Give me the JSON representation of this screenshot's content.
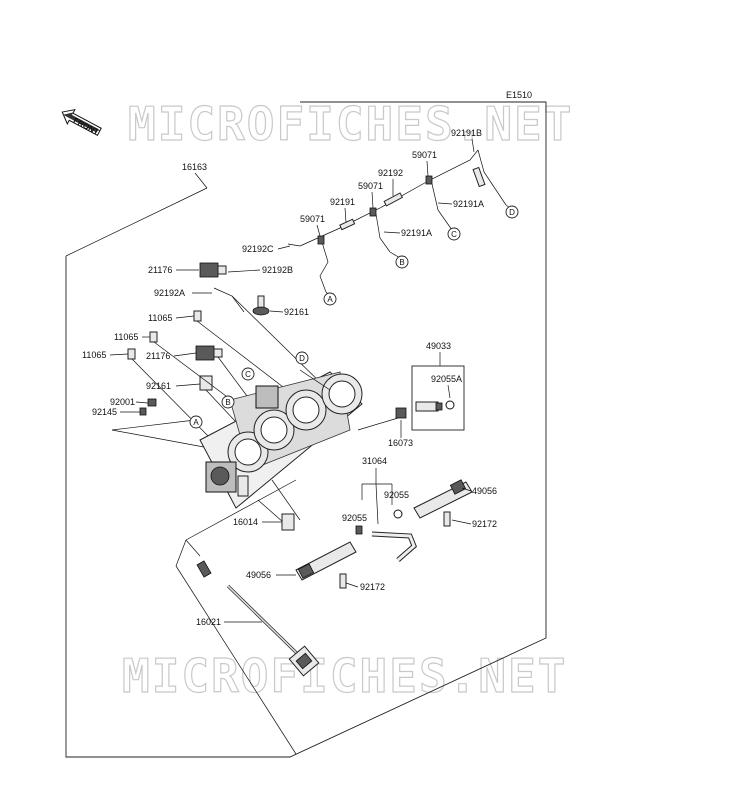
{
  "diagram": {
    "code": "E1510",
    "front_label": "FRONT",
    "watermark_top": "MICROFICHES.NET",
    "watermark_bottom": "MICROFICHES.NET",
    "parts": {
      "p16163": "16163",
      "p92191B": "92191B",
      "p59071a": "59071",
      "p92192a": "92192",
      "p59071b": "59071",
      "p92191A_a": "92191A",
      "p92191": "92191",
      "p59071c": "59071",
      "p92191A_b": "92191A",
      "p92192C": "92192C",
      "p21176a": "21176",
      "p92192B": "92192B",
      "p92192A": "92192A",
      "p92161a": "92161",
      "p11065a": "11065",
      "p11065b": "11065",
      "p21176b": "21176",
      "p11065c": "11065",
      "p92161b": "92161",
      "p92001": "92001",
      "p92145": "92145",
      "p49033": "49033",
      "p92055A": "92055A",
      "p16073": "16073",
      "p31064": "31064",
      "p92055a": "92055",
      "p92055b": "92055",
      "p49056a": "49056",
      "p92172a": "92172",
      "p16014": "16014",
      "p49056b": "49056",
      "p92172b": "92172",
      "p16021": "16021"
    },
    "callouts": {
      "A1": "A",
      "B1": "B",
      "C1": "C",
      "D1": "D",
      "A2": "A",
      "B2": "B",
      "C2": "C",
      "D2": "D"
    }
  }
}
